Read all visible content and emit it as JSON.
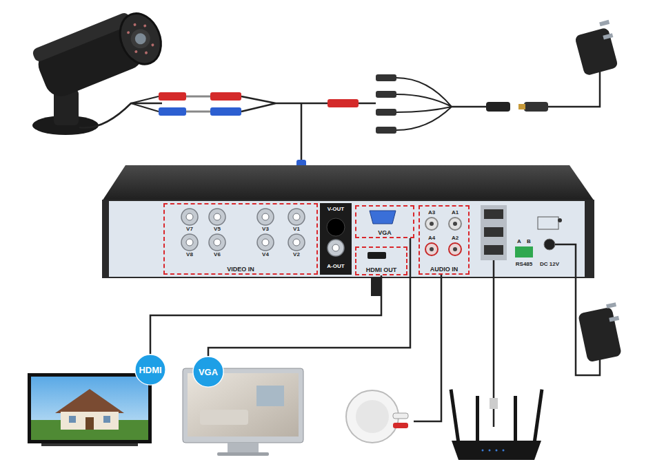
{
  "diagram": {
    "nodes": [
      {
        "text": [
          "VIDEO IN"
        ]
      },
      {
        "text": [
          "VGA"
        ]
      },
      {
        "text": [
          "HDMI OUT"
        ]
      },
      {
        "text": [
          "AUDIO IN"
        ]
      },
      {
        "text": [
          "HDMI"
        ]
      },
      {
        "text": [
          "VGA"
        ]
      }
    ],
    "edges": [
      {
        "from": 2,
        "to": 4,
        "arrow": "none"
      },
      {
        "from": 1,
        "to": 5,
        "arrow": "none"
      }
    ],
    "labels": [
      "V7",
      "V5",
      "V3",
      "V1",
      "V8",
      "V6",
      "V4",
      "V2",
      "V-OUT",
      "A-OUT",
      "A3",
      "A1",
      "A4",
      "A2",
      "A",
      "B",
      "RS485",
      "DC 12V"
    ]
  }
}
